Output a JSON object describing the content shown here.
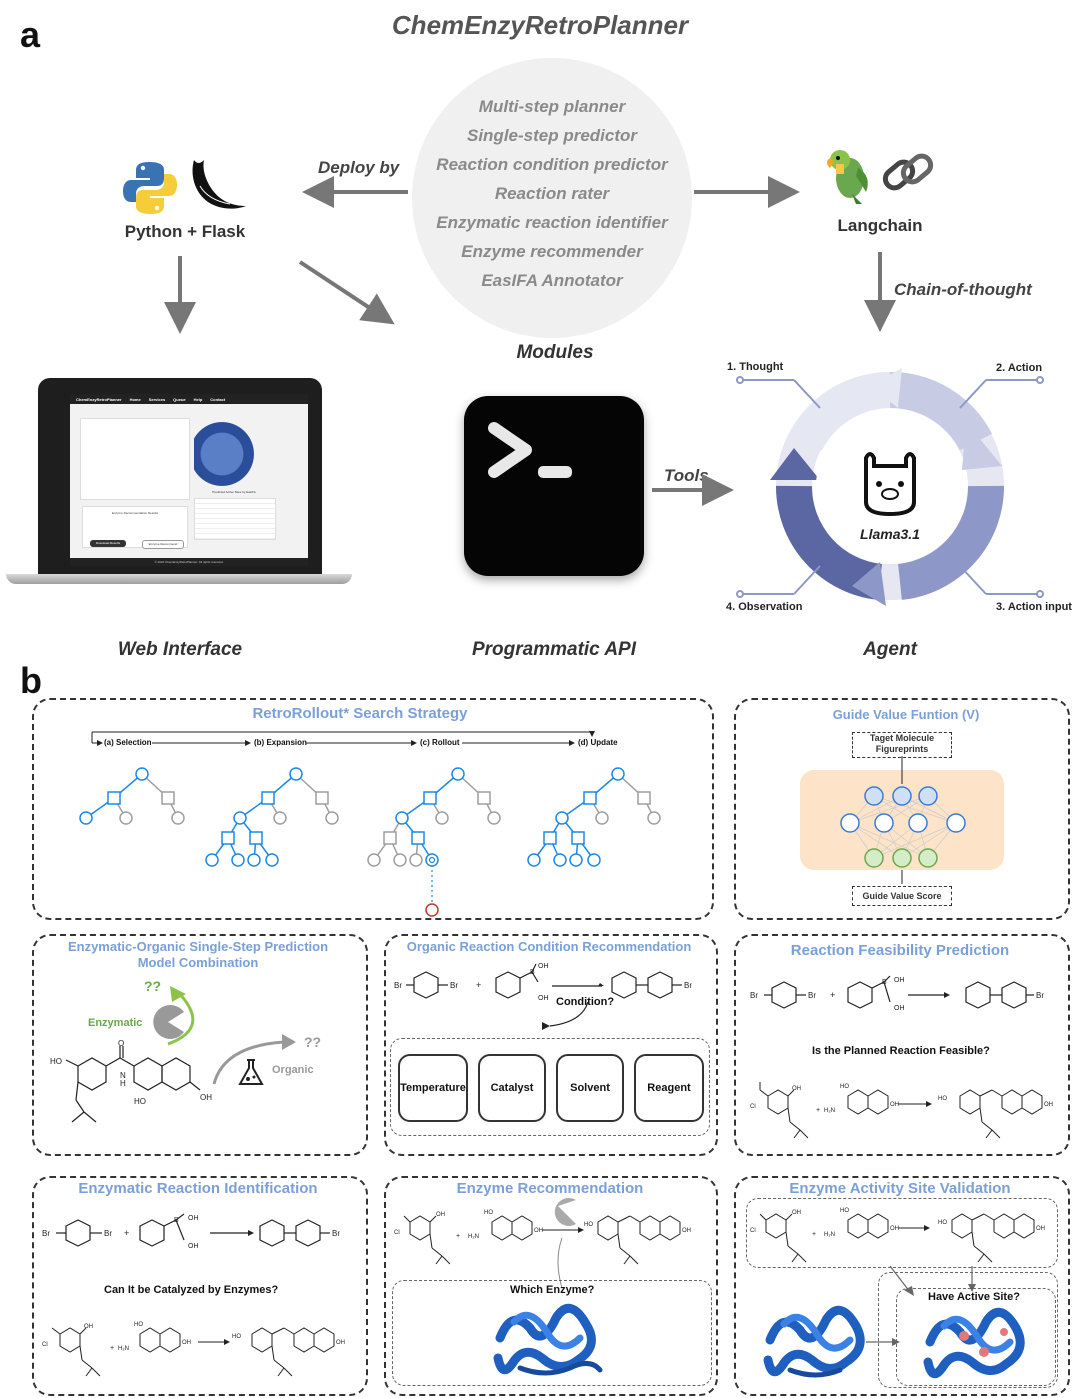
{
  "panel_a": {
    "letter": "a",
    "title": "ChemEnzyRetroPlanner",
    "modules": [
      "Multi-step planner",
      "Single-step predictor",
      "Reaction condition predictor",
      "Reaction rater",
      "Enzymatic reaction identifier",
      "Enzyme recommender",
      "EasIFA Annotator"
    ],
    "modules_label": "Modules",
    "python_flask": "Python + Flask",
    "deploy_by": "Deploy by",
    "langchain": "Langchain",
    "chain_of_thought": "Chain-of-thought",
    "tools": "Tools",
    "web_interface": "Web Interface",
    "programmatic_api": "Programmatic API",
    "agent": "Agent",
    "llama": "Llama3.1",
    "agent_steps": {
      "thought": "1. Thought",
      "action": "2. Action",
      "action_input": "3. Action input",
      "observation": "4. Observation"
    },
    "laptop": {
      "brand": "ChemEnzyRetroPlanner",
      "nav": [
        "Home",
        "Services",
        "Queue",
        "Help",
        "Contact"
      ],
      "table_title": "Enzyme Recommendation Results",
      "right_title": "Predicted Active Sites by EasIFA",
      "btn_download": "Download Results",
      "btn_enzyme": "Enzyme Recommend",
      "footer": "© 2024 ChemEnzyRetroPlanner. All rights reserved."
    }
  },
  "panel_b": {
    "letter": "b",
    "search": {
      "title": "RetroRollout* Search Strategy",
      "steps": [
        "(a) Selection",
        "(b) Expansion",
        "(c) Rollout",
        "(d) Update"
      ]
    },
    "guide": {
      "title": "Guide Value Funtion (V)",
      "input": "Taget Molecule Figureprints",
      "output": "Guide Value Score"
    },
    "combo": {
      "title_line1": "Enzymatic-Organic Single-Step Prediction",
      "title_line2": "Model Combination",
      "enzymatic": "Enzymatic",
      "organic": "Organic",
      "q": "??"
    },
    "condition": {
      "title": "Organic Reaction Condition Recommendation",
      "question": "Condition?",
      "items": [
        "Temperature",
        "Catalyst",
        "Solvent",
        "Reagent"
      ]
    },
    "feasibility": {
      "title": "Reaction Feasibility Prediction",
      "question": "Is the Planned Reaction Feasible?"
    },
    "identification": {
      "title": "Enzymatic Reaction Identification",
      "question": "Can It be Catalyzed by Enzymes?"
    },
    "recommendation": {
      "title": "Enzyme Recommendation",
      "question": "Which Enzyme?"
    },
    "validation": {
      "title": "Enzyme Activity Site Validation",
      "question": "Have Active Site?"
    },
    "chem_labels": {
      "br": "Br",
      "oh": "OH",
      "b": "B",
      "plus": "+",
      "cl": "Cl",
      "ho": "HO",
      "h2n": "H₂N",
      "nh": "N",
      "h": "H",
      "o": "O"
    }
  },
  "colors": {
    "accent_blue": "#7aa0d8",
    "tree_blue": "#1e88e5",
    "gray": "#9e9e9e",
    "arrow": "#777777",
    "agent_dark": "#5b6aa0",
    "agent_light": "#c9cde6"
  }
}
